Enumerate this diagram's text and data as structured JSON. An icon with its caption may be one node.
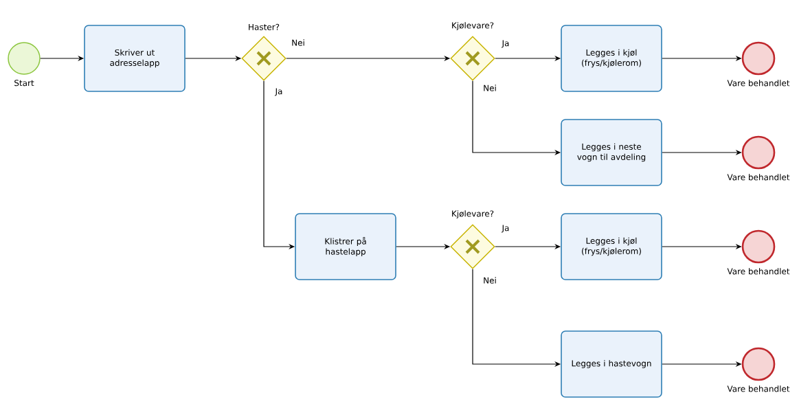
{
  "diagram": {
    "nodes": [
      {
        "text": [],
        "shape": "circle",
        "beside": [
          "Start"
        ]
      },
      {
        "text": [
          "Skriver ut adresselapp"
        ]
      },
      {
        "text": [],
        "shape": "diamond",
        "beside": [
          "Haster?"
        ]
      },
      {
        "text": [],
        "shape": "diamond",
        "beside": [
          "Kjølevare?"
        ]
      },
      {
        "text": [
          "Legges i kjøl (frys/kjølerom)"
        ]
      },
      {
        "text": [],
        "shape": "circle",
        "beside": [
          "Vare behandlet"
        ]
      },
      {
        "text": [
          "Legges i neste vogn til avdeling"
        ]
      },
      {
        "text": [],
        "shape": "circle",
        "beside": [
          "Vare behandlet"
        ]
      },
      {
        "text": [
          "Klistrer på hastelapp"
        ]
      },
      {
        "text": [],
        "shape": "diamond",
        "beside": [
          "Kjølevare?"
        ]
      },
      {
        "text": [
          "Legges i kjøl (frys/kjølerom)"
        ]
      },
      {
        "text": [],
        "shape": "circle",
        "beside": [
          "Vare behandlet"
        ]
      },
      {
        "text": [
          "Legges i hastevogn"
        ]
      },
      {
        "text": [],
        "shape": "circle",
        "beside": [
          "Vare behandlet"
        ]
      }
    ],
    "edges": [
      {
        "from": 0,
        "to": 1,
        "arrow": "to"
      },
      {
        "from": 1,
        "to": 2,
        "arrow": "to"
      },
      {
        "from": 2,
        "to": 3,
        "arrow": "to",
        "label": "Nei"
      },
      {
        "from": 2,
        "to": 8,
        "arrow": "to",
        "label": "Ja"
      },
      {
        "from": 3,
        "to": 4,
        "arrow": "to",
        "label": "Ja"
      },
      {
        "from": 3,
        "to": 6,
        "arrow": "to",
        "label": "Nei"
      },
      {
        "from": 4,
        "to": 5,
        "arrow": "to"
      },
      {
        "from": 6,
        "to": 7,
        "arrow": "to"
      },
      {
        "from": 8,
        "to": 9,
        "arrow": "to"
      },
      {
        "from": 9,
        "to": 10,
        "arrow": "to",
        "label": "Ja"
      },
      {
        "from": 9,
        "to": 12,
        "arrow": "to",
        "label": "Nei"
      },
      {
        "from": 10,
        "to": 11,
        "arrow": "to"
      },
      {
        "from": 12,
        "to": 13,
        "arrow": "to"
      }
    ]
  }
}
